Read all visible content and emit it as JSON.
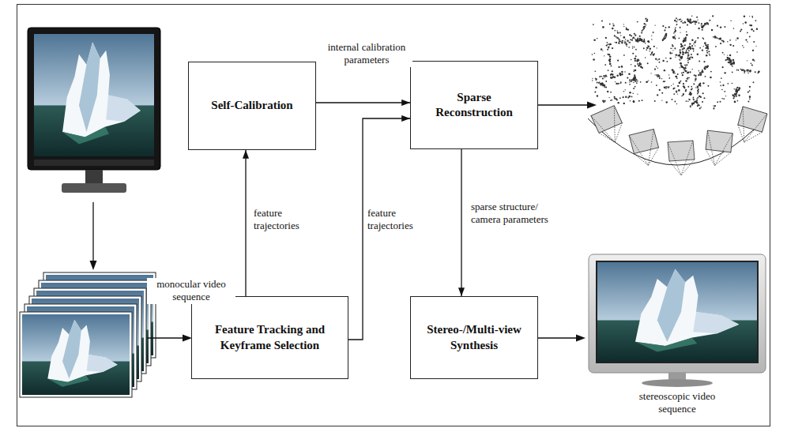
{
  "diagram": {
    "nodes": [
      {
        "text": [
          "Self-Calibration"
        ]
      },
      {
        "text": [
          "Sparse Reconstruction"
        ]
      },
      {
        "text": [
          "Feature Tracking and Keyframe Selection"
        ]
      },
      {
        "text": [
          "Stereo-/Multi-view Synthesis"
        ]
      }
    ],
    "edges": [
      {
        "from": 0,
        "to": 1,
        "arrow": "to",
        "label": "internal calibration parameters"
      },
      {
        "from": 2,
        "to": 0,
        "arrow": "to",
        "label": "feature trajectories"
      },
      {
        "from": 2,
        "to": 1,
        "arrow": "to",
        "label": "feature trajectories"
      },
      {
        "from": 1,
        "to": 3,
        "arrow": "to",
        "label": "sparse structure/ camera parameters"
      }
    ],
    "labels": [
      "monocular video sequence",
      "stereoscopic video sequence"
    ]
  }
}
